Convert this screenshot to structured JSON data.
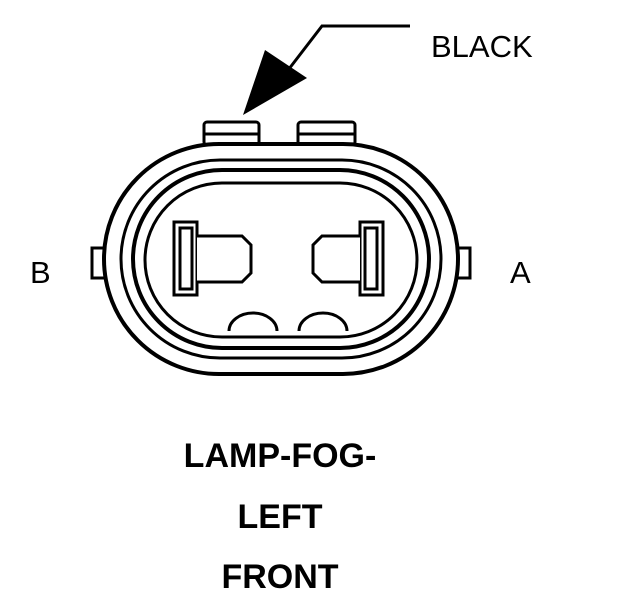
{
  "diagram": {
    "wire_color_label": "BLACK",
    "terminal_left_label": "B",
    "terminal_right_label": "A",
    "caption_lines": [
      "LAMP-FOG-",
      "LEFT",
      "FRONT"
    ],
    "stroke_color": "#000000",
    "background_color": "#ffffff"
  }
}
